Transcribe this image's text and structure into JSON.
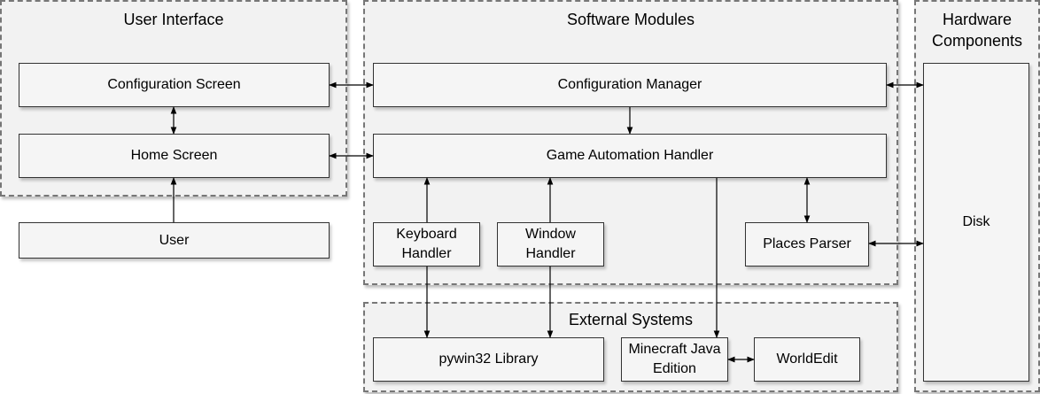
{
  "groups": {
    "user_interface": "User Interface",
    "software_modules": "Software Modules",
    "hardware_components": "Hardware\nComponents",
    "external_systems": "External Systems"
  },
  "nodes": {
    "configuration_screen": "Configuration Screen",
    "home_screen": "Home Screen",
    "user": "User",
    "configuration_manager": "Configuration Manager",
    "game_automation_handler": "Game Automation Handler",
    "keyboard_handler": "Keyboard\nHandler",
    "window_handler": "Window\nHandler",
    "places_parser": "Places Parser",
    "disk": "Disk",
    "pywin32_library": "pywin32 Library",
    "minecraft_java_edition": "Minecraft Java\nEdition",
    "worldedit": "WorldEdit"
  },
  "colors": {
    "group_fill": "#f2f2f2",
    "group_border": "#777777",
    "box_fill": "#f5f5f5",
    "box_border": "#333333",
    "connector": "#000000"
  }
}
